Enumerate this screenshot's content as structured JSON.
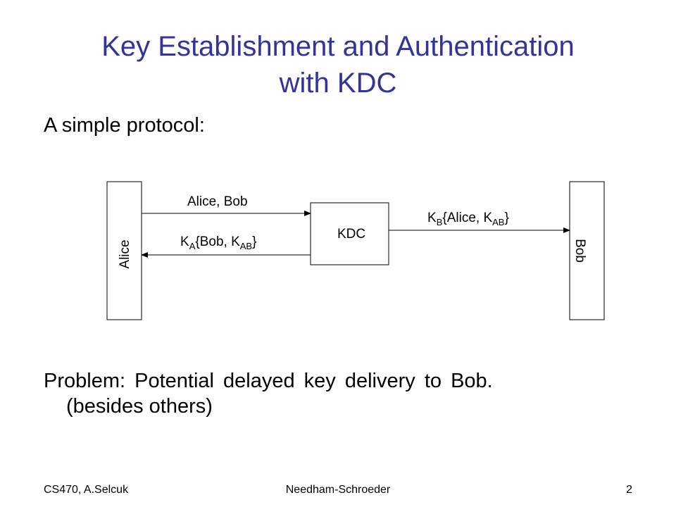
{
  "slide": {
    "title_line1": "Key Establishment and Authentication",
    "title_line2": "with KDC",
    "title_color": "#333399",
    "intro": "A simple protocol:",
    "problem_line1": "Problem: Potential delayed key delivery to Bob.",
    "problem_line2": "(besides others)"
  },
  "diagram": {
    "alice": "Alice",
    "kdc": "KDC",
    "bob": "Bob",
    "msg1": "Alice, Bob",
    "msg2": {
      "k": "K",
      "k_sub": "A",
      "open": "{Bob, ",
      "k2": "K",
      "k2_sub": "AB",
      "close": "}"
    },
    "msg3": {
      "k": "K",
      "k_sub": "B",
      "open": "{Alice, ",
      "k2": "K",
      "k2_sub": "AB",
      "close": "}"
    }
  },
  "footer": {
    "left": "CS470, A.Selcuk",
    "center": "Needham-Schroeder",
    "right": "2"
  }
}
